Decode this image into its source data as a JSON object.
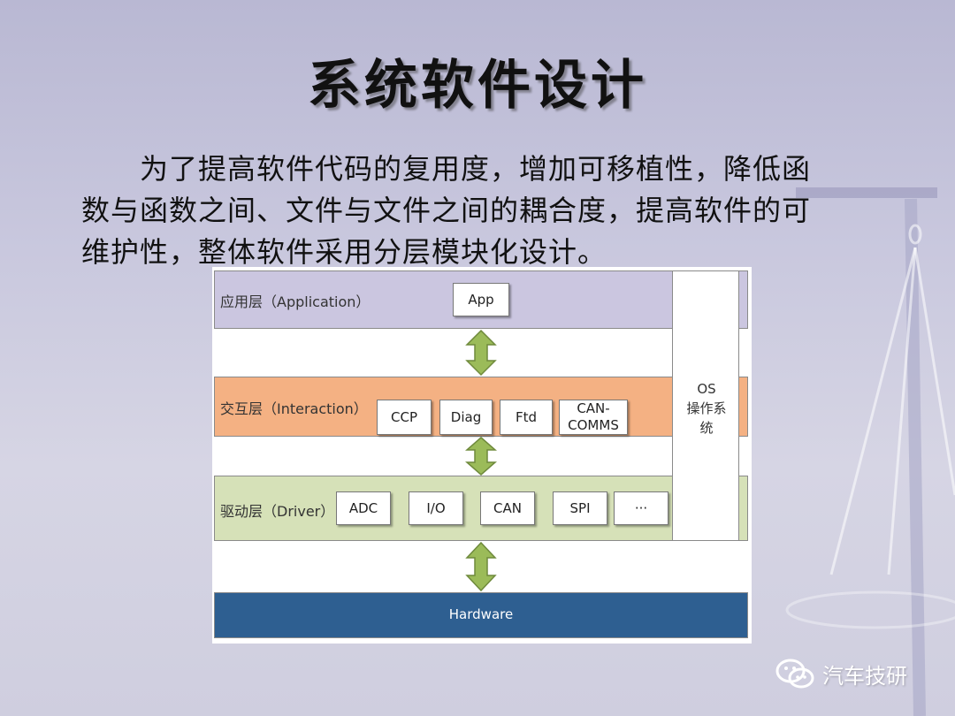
{
  "slide": {
    "title": "系统软件设计",
    "paragraph": "为了提高软件代码的复用度，增加可移植性，降低函数与函数之间、文件与文件之间的耦合度，提高软件的可维护性，整体软件采用分层模块化设计。"
  },
  "diagram": {
    "layers": {
      "application": {
        "label": "应用层（Application）",
        "modules": [
          "App"
        ]
      },
      "interaction": {
        "label": "交互层（Interaction）",
        "modules": [
          "CCP",
          "Diag",
          "Ftd",
          "CAN-COMMS"
        ]
      },
      "driver": {
        "label": "驱动层（Driver）",
        "modules": [
          "ADC",
          "I/O",
          "CAN",
          "SPI",
          "···"
        ]
      },
      "hardware": {
        "label": "Hardware"
      }
    },
    "os": {
      "line1": "OS",
      "line2": "操作系统"
    }
  },
  "watermark": {
    "text": "汽车技研",
    "icon": "wechat-icon"
  },
  "colors": {
    "application": "#cbc6e0",
    "interaction": "#f4b183",
    "driver": "#d6e1b8",
    "hardware": "#2e5f91",
    "arrow": "#9bbb59"
  }
}
